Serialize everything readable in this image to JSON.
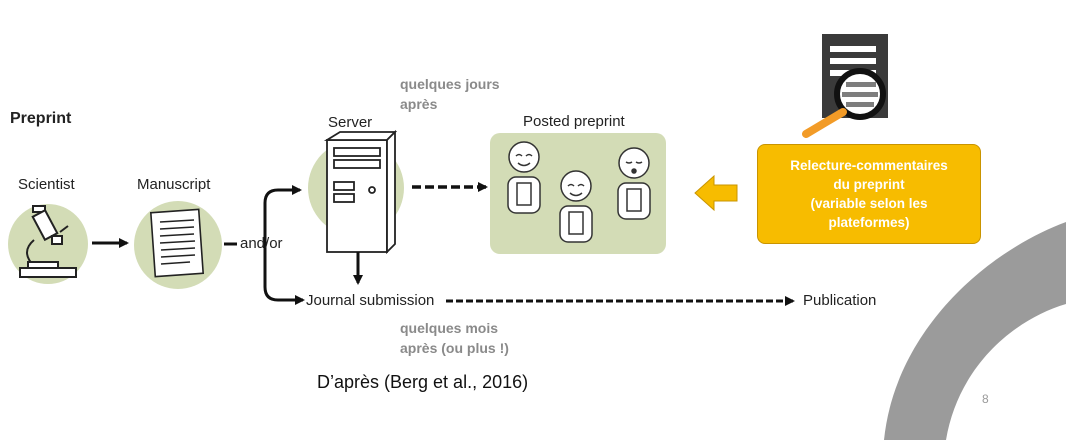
{
  "diagram": {
    "section_title": "Preprint",
    "nodes": {
      "scientist": "Scientist",
      "manuscript": "Manuscript",
      "server": "Server",
      "posted_preprint": "Posted preprint",
      "journal_submission": "Journal submission",
      "publication": "Publication"
    },
    "connector_label": "and/or",
    "notes": {
      "days_after": "quelques  jours\naprès",
      "months_after": "quelques  mois\naprès (ou plus !)"
    },
    "review_box": "Relecture-commentaires\ndu preprint\n(variable selon les\nplateformes)",
    "citation": "D’après (Berg et al., 2016)"
  },
  "slide": {
    "page_number": "8"
  },
  "colors": {
    "node_circle": "#d3dcb6",
    "review_box": "#f7bc00",
    "accent_arrow": "#f7bc00",
    "magnifier_handle": "#f29b27",
    "deco_arc": "#9b9b9b"
  }
}
